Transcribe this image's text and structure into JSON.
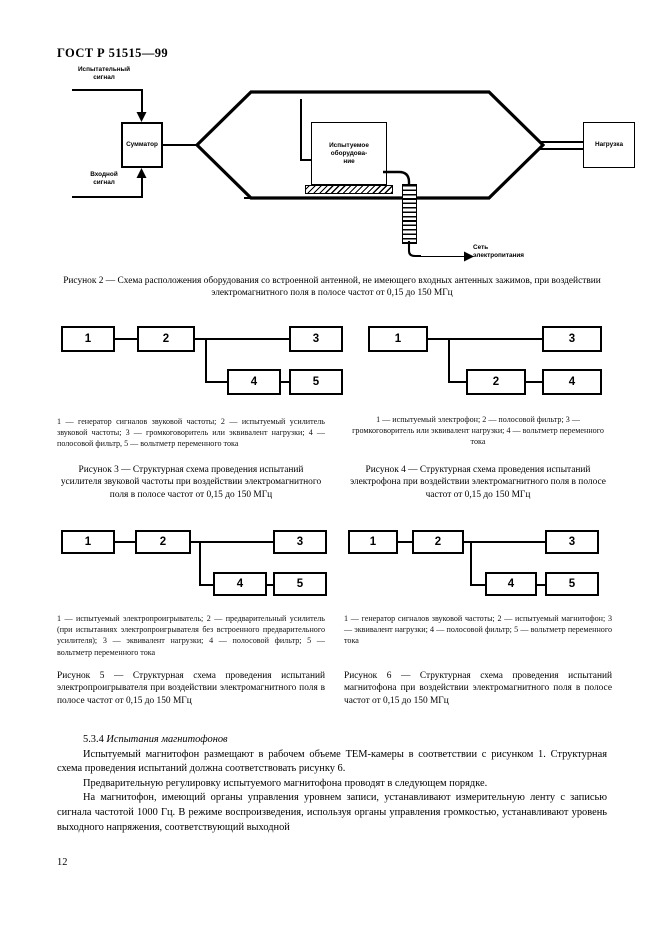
{
  "document": {
    "standard_header": "ГОСТ Р 51515—99",
    "page_number": "12"
  },
  "figure2": {
    "labels": {
      "test_signal": "Испытательный\nсигнал",
      "input_signal": "Входной\nсигнал",
      "summator": "Сумматор",
      "equipment_under_test": "Испытуемое\nоборудова-\nние",
      "load": "Нагрузка",
      "power_network": "Сеть\nэлектропитания"
    },
    "caption": "Рисунок 2 — Схема расположения оборудования со встроенной антенной, не имеющего входных антенных зажимов, при воздействии электромагнитного поля в полосе частот от 0,15 до 150 МГц"
  },
  "figure3": {
    "blocks": [
      "1",
      "2",
      "3",
      "4",
      "5"
    ],
    "legend": "1 — генератор сигналов звуковой частоты; 2 — испытуемый усилитель звуковой частоты; 3 — громкоговоритель или эквивалент нагрузки; 4 — полосовой фильтр, 5 — вольтметр переменного тока",
    "caption": "Рисунок 3 — Структурная схема проведения испытаний усилителя звуковой частоты при воздействии электромагнитного поля в полосе частот от 0,15 до 150 МГц"
  },
  "figure4": {
    "blocks": [
      "1",
      "3",
      "2",
      "4"
    ],
    "legend": "1 — испытуемый электрофон; 2 — полосовой фильтр; 3 — громкоговоритель или эквивалент нагрузки; 4 — вольтметр переменного тока",
    "caption": "Рисунок 4 — Структурная схема проведения испытаний электрофона при воздействии электромагнитного поля в полосе частот от 0,15 до 150 МГц"
  },
  "figure5": {
    "blocks": [
      "1",
      "2",
      "3",
      "4",
      "5"
    ],
    "legend": "1 — испытуемый электропроигрыватель; 2 — предварительный усилитель (при испытаниях электропроигрывателя без встроенного предварительного усилителя); 3 — эквивалент нагрузки; 4 — полосовой фильтр; 5 — вольтметр переменного тока",
    "caption": "Рисунок 5 — Структурная схема проведения испытаний электропроигрывателя при воздействии электромагнитного поля в полосе частот от 0,15 до 150 МГц"
  },
  "figure6": {
    "blocks": [
      "1",
      "2",
      "3",
      "4",
      "5"
    ],
    "legend": "1 — генератор сигналов звуковой частоты; 2 — испытуемый магнитофон; 3 — эквивалент нагрузки; 4 — полосовой фильтр; 5 — вольтметр переменного тока",
    "caption": "Рисунок 6 — Структурная схема проведения испытаний магнитофона при воздействии электромагнитного поля в полосе частот от 0,15 до 150 МГц"
  },
  "section": {
    "number": "5.3.4",
    "title": "Испытания магнитофонов",
    "paragraphs": [
      "Испытуемый магнитофон размещают в рабочем объеме ТЕМ-камеры в соответствии с рисунком 1. Структурная схема проведения испытаний должна соответствовать рисунку 6.",
      "Предварительную регулировку испытуемого магнитофона проводят в следующем порядке.",
      "На магнитофон, имеющий органы управления уровнем записи, устанавливают измерительную ленту с записью сигнала частотой 1000 Гц. В режиме воспроизведения, используя органы управления громкостью, устанавливают уровень выходного напряжения, соответствующий выходной"
    ]
  }
}
